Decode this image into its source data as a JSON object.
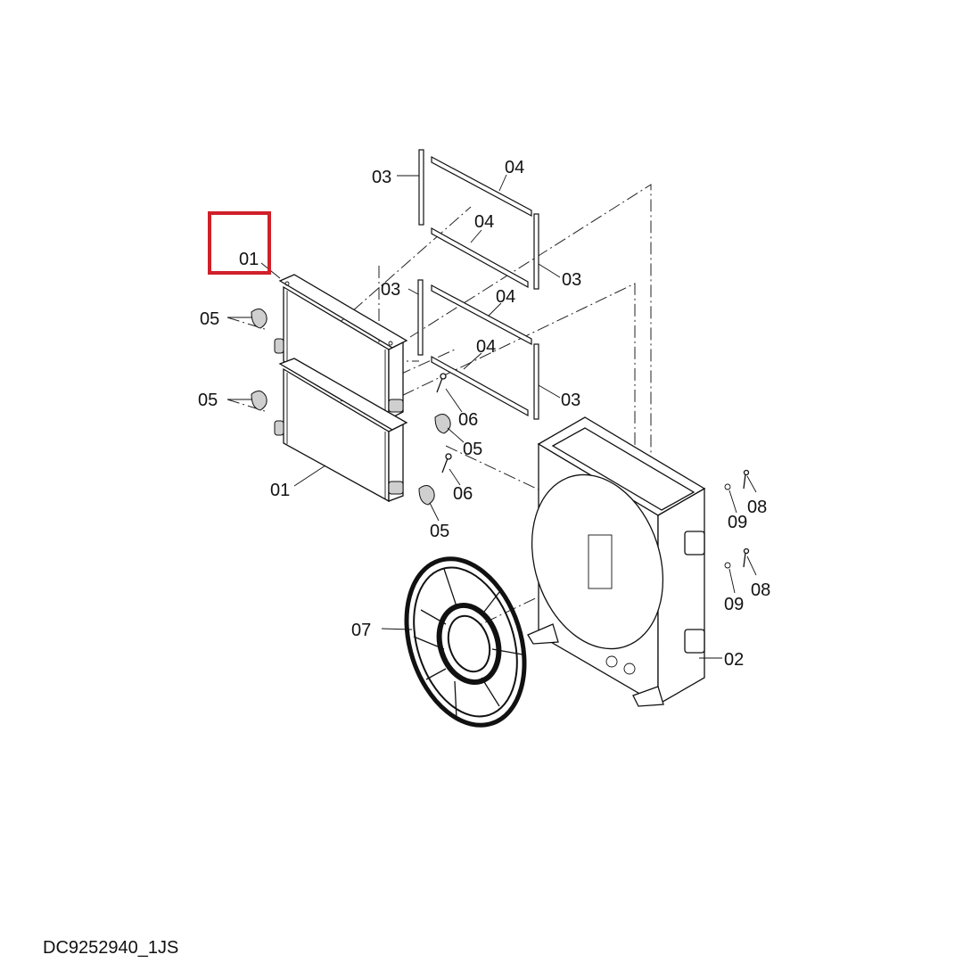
{
  "labels": {
    "top_03": "03",
    "top_04": "04",
    "upper_04": "04",
    "upper_03_right": "03",
    "highlight_01": "01",
    "mid_03": "03",
    "mid_04": "04",
    "upper_05": "05",
    "lower_04": "04",
    "lower_03_right": "03",
    "lower_05_left": "05",
    "upper_06": "06",
    "upper_05_right": "05",
    "lower_01": "01",
    "lower_06": "06",
    "lower_05_right": "05",
    "upper_08": "08",
    "upper_09": "09",
    "lower_08": "08",
    "lower_09": "09",
    "fan_07": "07",
    "frame_02": "02"
  },
  "highlight_color": "#d0202a",
  "footer": {
    "code": "DC9252940_1JS"
  }
}
